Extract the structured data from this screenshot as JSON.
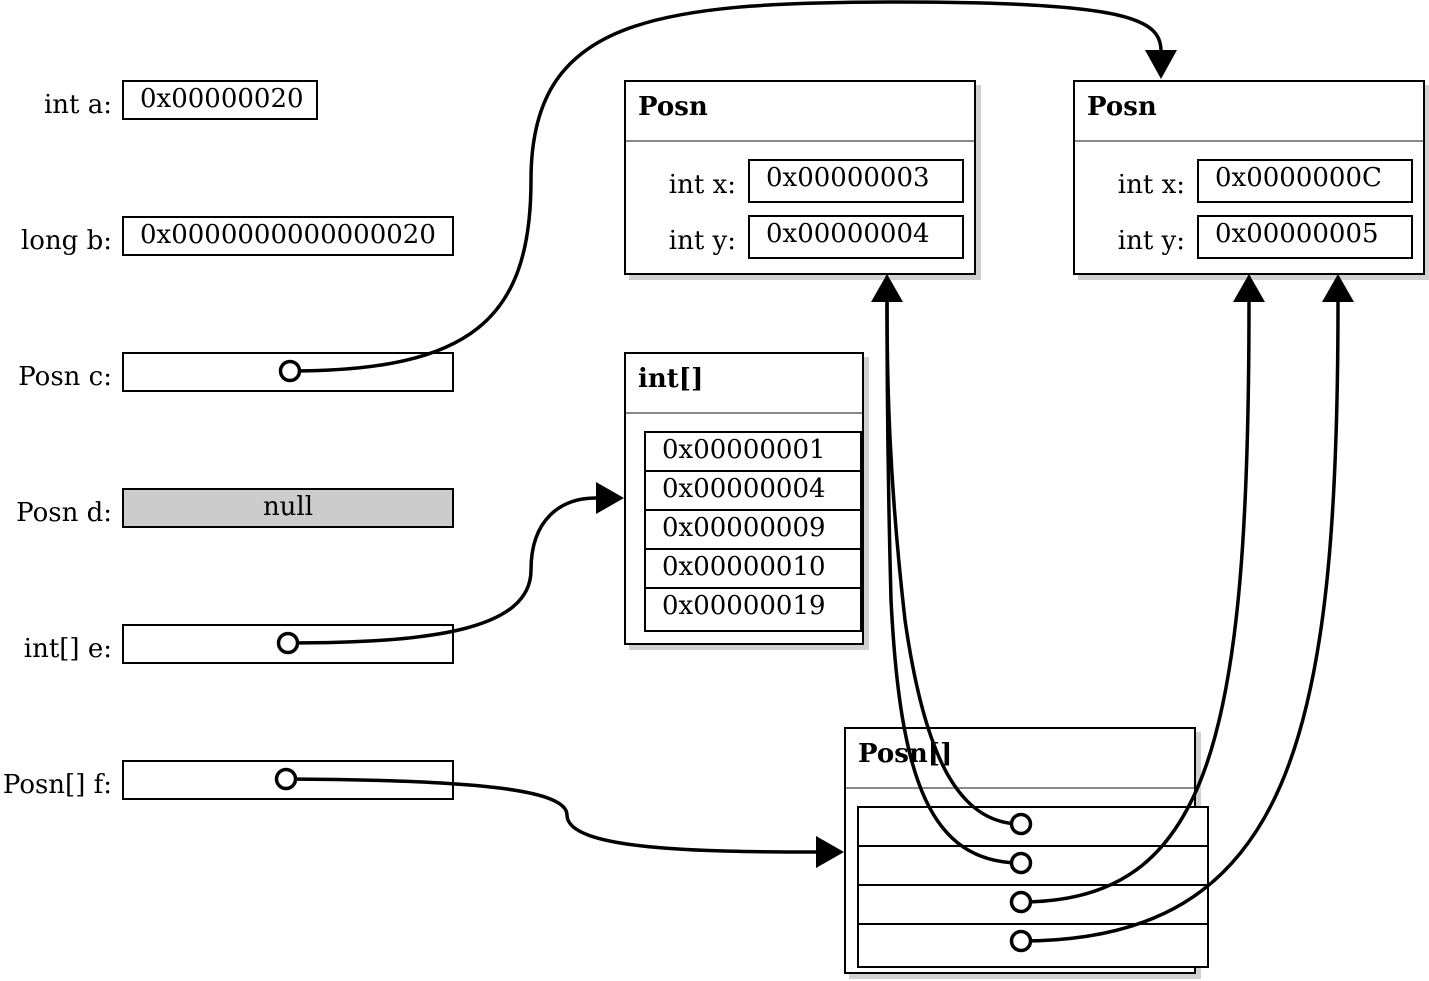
{
  "variables": {
    "a": {
      "label": "int a:",
      "value": "0x00000020"
    },
    "b": {
      "label": "long b:",
      "value": "0x0000000000000020"
    },
    "c": {
      "label": "Posn c:"
    },
    "d": {
      "label": "Posn d:",
      "value": "null"
    },
    "e": {
      "label": "int[] e:"
    },
    "f": {
      "label": "Posn[] f:"
    }
  },
  "posn1": {
    "title": "Posn",
    "x_label": "int x:",
    "x_value": "0x00000003",
    "y_label": "int y:",
    "y_value": "0x00000004"
  },
  "posn2": {
    "title": "Posn",
    "x_label": "int x:",
    "x_value": "0x0000000C",
    "y_label": "int y:",
    "y_value": "0x00000005"
  },
  "int_array": {
    "title": "int[]",
    "values": [
      "0x00000001",
      "0x00000004",
      "0x00000009",
      "0x00000010",
      "0x00000019"
    ]
  },
  "posn_array": {
    "title": "Posn[]"
  }
}
